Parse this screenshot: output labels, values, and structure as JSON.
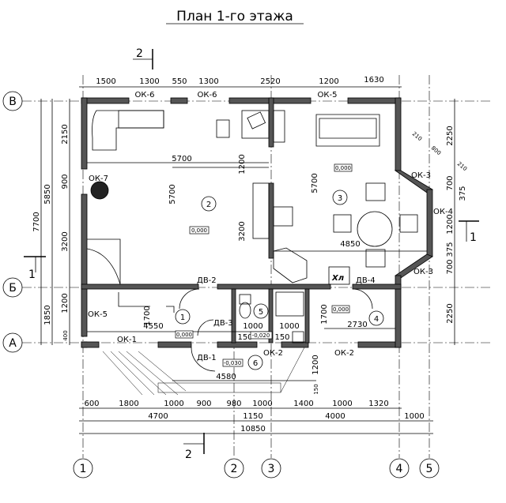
{
  "title": "План 1-го этажа",
  "axes": {
    "cols": [
      "1",
      "2",
      "3",
      "4",
      "5"
    ],
    "rows": [
      "В",
      "Б",
      "А"
    ]
  },
  "sections": {
    "s2": "2",
    "s1": "1"
  },
  "dims": {
    "top": [
      "1500",
      "1300",
      "550",
      "1300",
      "2520",
      "1200",
      "1630"
    ],
    "bottom1": [
      "600",
      "1800",
      "1000",
      "900",
      "980",
      "1000",
      "1400",
      "1000",
      "1320"
    ],
    "bottom2": [
      "4700",
      "1150",
      "4000",
      "1000"
    ],
    "bottom3": "10850",
    "left_outer": "7700",
    "left_mid": [
      "5850",
      "1850"
    ],
    "left_inner": [
      "2150",
      "900",
      "3200",
      "1200",
      "400"
    ],
    "right": [
      "2250",
      "700",
      "375",
      "1200",
      "375",
      "700",
      "2250"
    ],
    "bay": [
      "210",
      "800",
      "210"
    ],
    "interior": [
      "5700",
      "5700",
      "1200",
      "3200",
      "5700",
      "4850",
      "4550",
      "1700",
      "1000",
      "1000",
      "1700",
      "2730",
      "150",
      "150",
      "4580",
      "1200",
      "150"
    ]
  },
  "levels": [
    "0,000",
    "0,000",
    "0,000",
    "0,000",
    "-0,030",
    "-0,020"
  ],
  "rooms": [
    "1",
    "2",
    "3",
    "4",
    "5",
    "6"
  ],
  "openings": {
    "ok6a": "ОК-6",
    "ok6b": "ОК-6",
    "ok5top": "ОК-5",
    "ok7": "ОК-7",
    "ok3a": "ОК-3",
    "ok3b": "ОК-3",
    "ok4": "ОК-4",
    "ok5left": "ОК-5",
    "ok1": "ОК-1",
    "ok2a": "ОК-2",
    "ok2b": "ОК-2",
    "dv1": "ДВ-1",
    "dv2": "ДВ-2",
    "dv3": "ДВ-3",
    "dv4": "ДВ-4",
    "fridge": "Хл"
  }
}
